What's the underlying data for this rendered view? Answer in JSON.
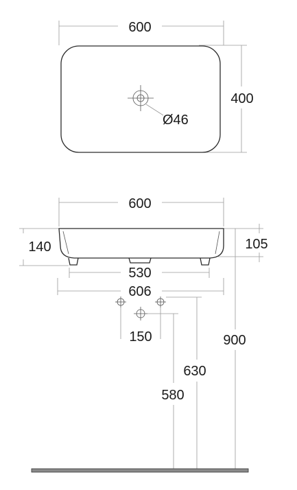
{
  "top_view": {
    "width_label": "600",
    "depth_label": "400",
    "waste_label": "Ø46"
  },
  "side_view": {
    "width_label": "600",
    "height_label": "140",
    "inner_height_label": "105",
    "fixing_span_label": "530",
    "overall_width_label": "606"
  },
  "installation": {
    "tap_spacing_label": "150",
    "height_900_label": "900",
    "height_630_label": "630",
    "height_580_label": "580"
  },
  "colors": {
    "outline": "#2a2a2a",
    "dimension": "#9a9a9a",
    "floor": "#8a8a8a"
  }
}
